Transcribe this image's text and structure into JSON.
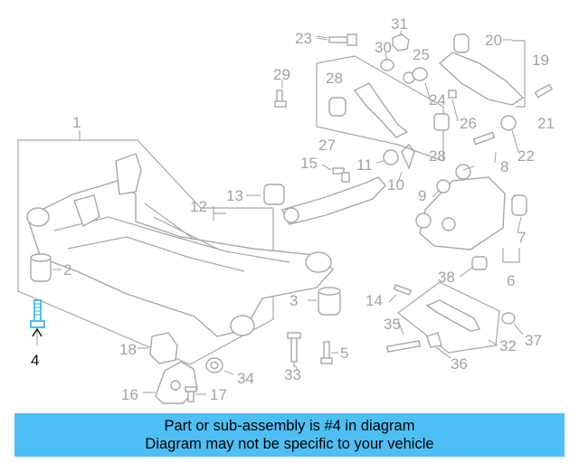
{
  "diagram": {
    "highlighted_callout": "4",
    "callouts": {
      "c1": "1",
      "c2": "2",
      "c3": "3",
      "c4": "4",
      "c5": "5",
      "c6": "6",
      "c7": "7",
      "c8": "8",
      "c9": "9",
      "c10": "10",
      "c11": "11",
      "c12": "12",
      "c13": "13",
      "c14": "14",
      "c15": "15",
      "c16": "16",
      "c17": "17",
      "c18": "18",
      "c19": "19",
      "c20": "20",
      "c21": "21",
      "c22": "22",
      "c23": "23",
      "c24": "24",
      "c25": "25",
      "c26": "26",
      "c27": "27",
      "c28a": "28",
      "c28b": "28",
      "c29": "29",
      "c30": "30",
      "c31": "31",
      "c32": "32",
      "c33": "33",
      "c34": "34",
      "c35": "35",
      "c36": "36",
      "c37": "37",
      "c38": "38"
    },
    "colors": {
      "parts": "#a8a8a8",
      "highlight": "#4dbff4",
      "banner": "#4dbff4"
    }
  },
  "banner": {
    "line1": "Part or sub-assembly is #4 in diagram",
    "line2": "Diagram may not be specific to your vehicle"
  }
}
